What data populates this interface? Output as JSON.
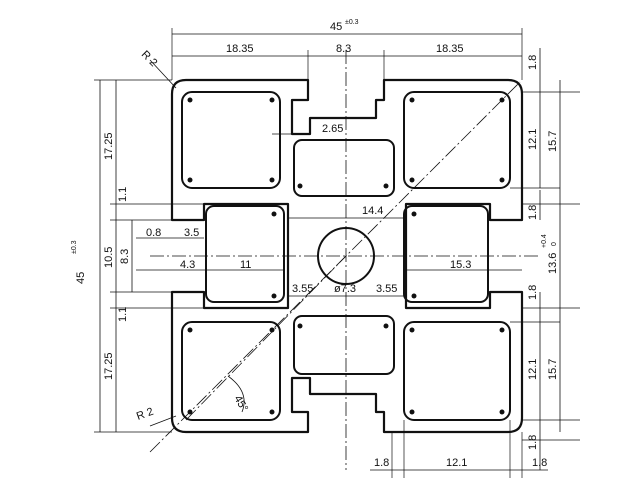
{
  "dims": {
    "overall_width": "45",
    "overall_width_tol": "±0.3",
    "overall_height": "45",
    "overall_height_tol": "±0.3",
    "top_left": "18.35",
    "top_mid": "8.3",
    "top_right": "18.35",
    "right_top_gap": "1.8",
    "right_12_1_top": "12.1",
    "right_15_7_top": "15.7",
    "right_mid_gap_top": "1.8",
    "right_13_6": "13.6",
    "right_13_6_tol_plus": "+0.4",
    "right_13_6_tol_minus": "0",
    "right_mid_gap_bottom": "1.8",
    "right_12_1_bottom": "12.1",
    "right_15_7_bottom": "15.7",
    "right_bottom_gap": "1.8",
    "left_17_25_top": "17.25",
    "left_1_1_top": "1.1",
    "left_10_5": "10.5",
    "left_8_3": "8.3",
    "left_1_1_bottom": "1.1",
    "left_17_25_bottom": "17.25",
    "slot_2_65": "2.65",
    "width_14_4": "14.4",
    "dim_0_8": "0.8",
    "dim_3_5": "3.5",
    "dim_4_3": "4.3",
    "dim_11": "11",
    "dim_15_3": "15.3",
    "dim_3_55_left": "3.55",
    "bore": "ø7.3",
    "dim_3_55_right": "3.55",
    "bottom_1_8_left": "1.8",
    "bottom_12_1": "12.1",
    "bottom_1_8_right": "1.8",
    "radius_top": "R 2",
    "radius_bottom": "R 2",
    "angle": "45°"
  }
}
